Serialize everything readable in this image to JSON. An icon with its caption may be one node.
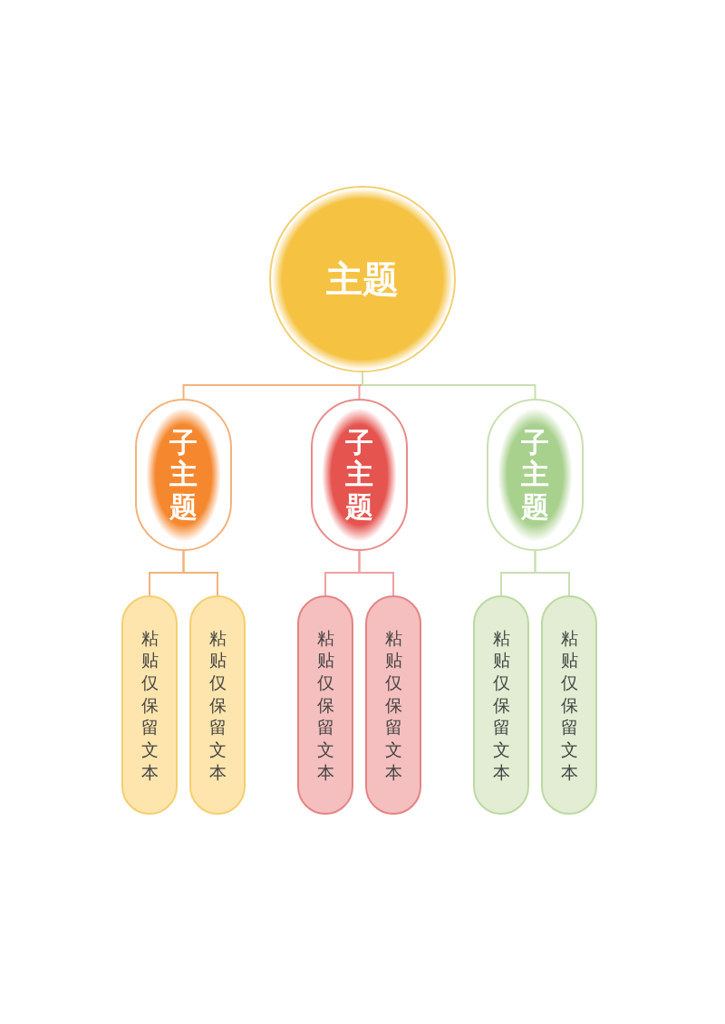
{
  "diagram": {
    "nodes": [
      {
        "text": [
          "主题"
        ]
      },
      {
        "text": [
          "子主题"
        ]
      },
      {
        "text": [
          "子主题"
        ]
      },
      {
        "text": [
          "子主题"
        ]
      },
      {
        "text": [
          "粘贴仅保留文本"
        ]
      },
      {
        "text": [
          "粘贴仅保留文本"
        ]
      },
      {
        "text": [
          "粘贴仅保留文本"
        ]
      },
      {
        "text": [
          "粘贴仅保留文本"
        ]
      },
      {
        "text": [
          "粘贴仅保留文本"
        ]
      },
      {
        "text": [
          "粘贴仅保留文本"
        ]
      }
    ],
    "edges": [
      {
        "from": 0,
        "to": 1,
        "arrow": "none",
        "color": "#f3b27a"
      },
      {
        "from": 0,
        "to": 2,
        "arrow": "none",
        "color": "#eea0a0"
      },
      {
        "from": 0,
        "to": 3,
        "arrow": "none",
        "color": "#c9dfb0"
      },
      {
        "from": 1,
        "to": 4,
        "arrow": "none",
        "color": "#f3b27a"
      },
      {
        "from": 1,
        "to": 5,
        "arrow": "none",
        "color": "#f3b27a"
      },
      {
        "from": 2,
        "to": 6,
        "arrow": "none",
        "color": "#eea0a0"
      },
      {
        "from": 2,
        "to": 7,
        "arrow": "none",
        "color": "#eea0a0"
      },
      {
        "from": 3,
        "to": 8,
        "arrow": "none",
        "color": "#c9dfb0"
      },
      {
        "from": 3,
        "to": 9,
        "arrow": "none",
        "color": "#c9dfb0"
      }
    ]
  }
}
